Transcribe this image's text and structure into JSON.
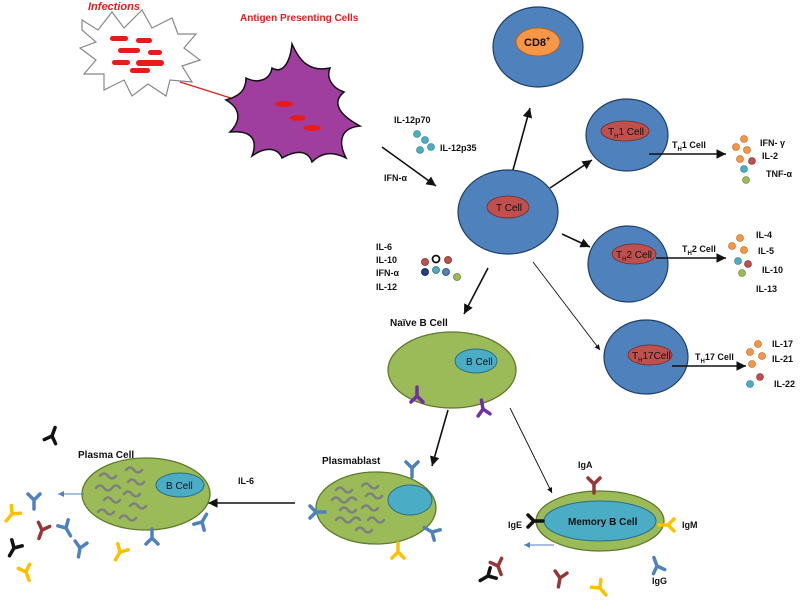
{
  "labels": {
    "infections": "Infections",
    "apc": "Antigen Presenting Cells",
    "il12p70": "IL-12p70",
    "il12p35": "IL-12p35",
    "ifna_top": "IFN-α",
    "cd8": "CD8",
    "cd8_sup": "+",
    "t_cell": "T Cell",
    "th1_cell": "1 Cell",
    "th2_cell": "2 Cell",
    "th17_cell": "17Cell",
    "th1_arrow": "1 Cell",
    "th2_arrow": "2 Cell",
    "th17_arrow": "17 Cell",
    "th_prefix": "T",
    "th_sub": "H",
    "th1_cyt": [
      "IFN- γ",
      "IL-2",
      "TNF-α"
    ],
    "th2_cyt": [
      "IL-4",
      "IL-5",
      "IL-10",
      "IL-13"
    ],
    "th17_cyt": [
      "IL-17",
      "IL-21",
      "IL-22"
    ],
    "left_cyt": [
      "IL-6",
      "IL-10",
      "IFN-α",
      "IL-12"
    ],
    "naive_b": "Naïve B Cell",
    "b_cell": "B Cell",
    "plasma_cell": "Plasma Cell",
    "plasma_b_cell": "B Cell",
    "plasmablast": "Plasmablast",
    "il6": "IL-6",
    "memory_b": "Memory B Cell",
    "iga": "IgA",
    "ige": "IgE",
    "igm": "IgM",
    "igg": "IgG"
  },
  "colors": {
    "t_cell_fill": "#4f81bd",
    "nucleus_fill": "#c0504d",
    "b_cell_fill": "#9bbb59",
    "b_nucleus": "#4bacc6",
    "apc_fill": "#a03ea0",
    "infection_red": "#e81b1b",
    "cd8_nucleus": "#f79646",
    "ab_blue": "#4f81bd",
    "ab_purple": "#7030a0",
    "ab_brown": "#953735",
    "ab_yellow": "#ffc000",
    "ab_black": "#111111"
  }
}
